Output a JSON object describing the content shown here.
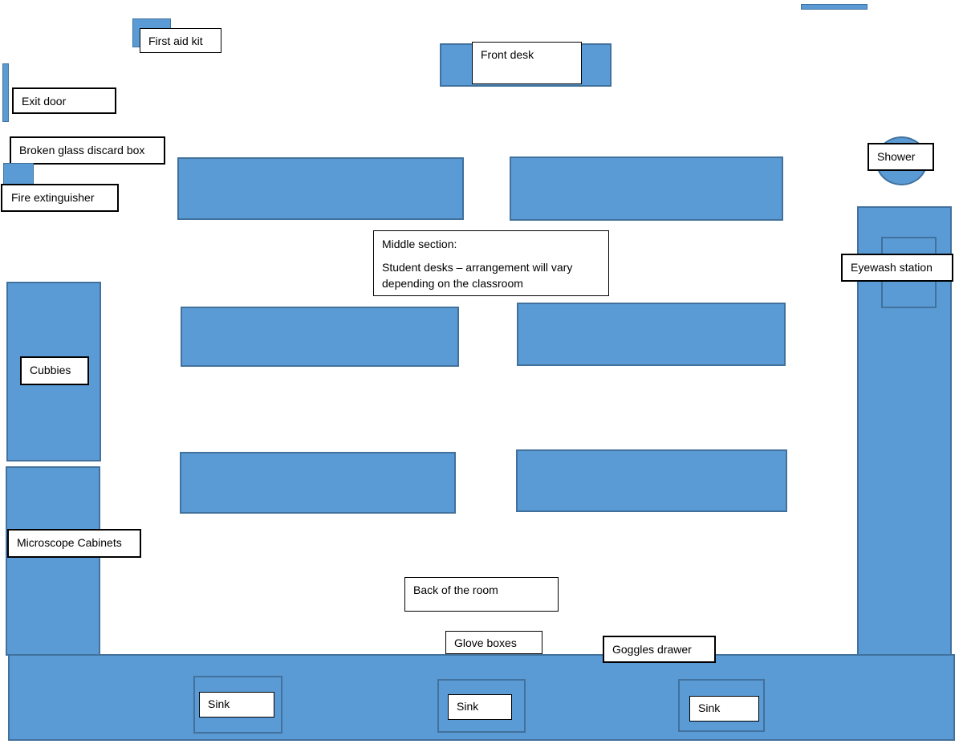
{
  "diagram": {
    "labels": {
      "first_aid_kit": "First aid kit",
      "front_desk": "Front desk",
      "exit_door": "Exit door",
      "broken_glass": "Broken glass discard box",
      "fire_extinguisher": "Fire extinguisher",
      "shower": "Shower",
      "eyewash_station": "Eyewash station",
      "middle_title": "Middle section:",
      "middle_desc": "Student desks – arrangement will vary depending on the classroom",
      "cubbies": "Cubbies",
      "microscope_cabinets": "Microscope Cabinets",
      "back_of_room": "Back of the room",
      "glove_boxes": "Glove boxes",
      "goggles_drawer": "Goggles drawer",
      "sink_1": "Sink",
      "sink_2": "Sink",
      "sink_3": "Sink"
    },
    "colors": {
      "fixture_fill": "#5b9bd5",
      "fixture_border": "#41719c",
      "label_fill": "#ffffff",
      "label_border": "#000000"
    }
  }
}
